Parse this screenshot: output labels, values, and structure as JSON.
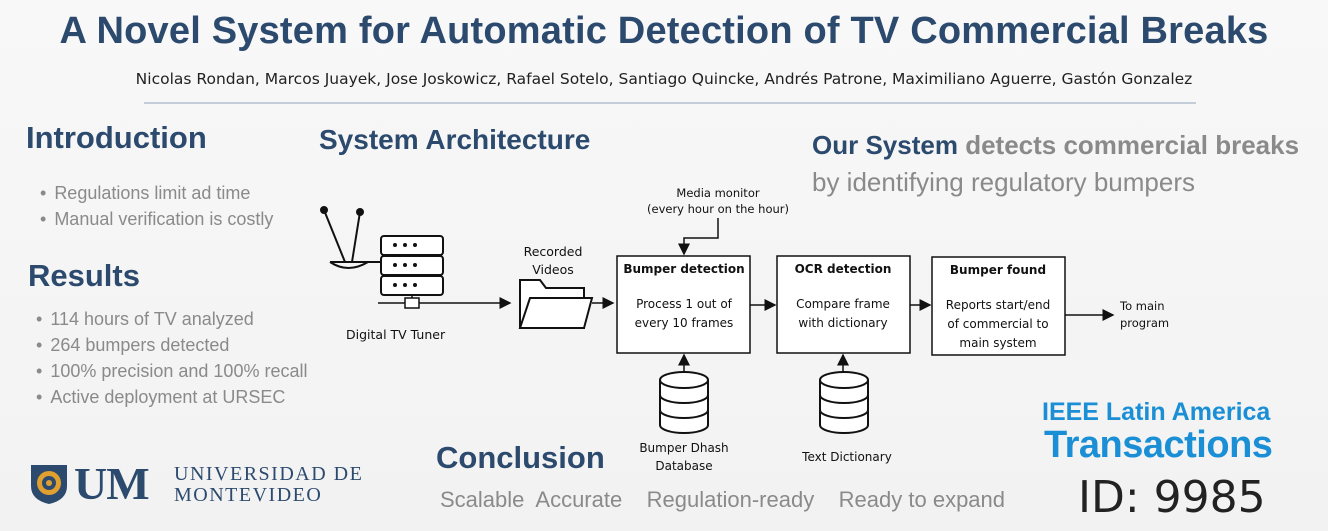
{
  "header": {
    "title": "A Novel System for Automatic Detection of TV Commercial Breaks",
    "authors": "Nicolas Rondan, Marcos Juayek, Jose Joskowicz, Rafael Sotelo, Santiago Quincke, Andrés Patrone, Maximiliano Aguerre, Gastón Gonzalez"
  },
  "introduction": {
    "heading": "Introduction",
    "items": [
      "Regulations limit ad time",
      "Manual verification is costly"
    ]
  },
  "results": {
    "heading": "Results",
    "items": [
      "114 hours of TV analyzed",
      "264 bumpers detected",
      "100% precision and 100% recall",
      "Active deployment at URSEC"
    ]
  },
  "architecture": {
    "heading": "System Architecture",
    "tuner_label": "Digital TV Tuner",
    "recorded_label_1": "Recorded",
    "recorded_label_2": "Videos",
    "media_monitor_1": "Media monitor",
    "media_monitor_2": "(every hour on the hour)",
    "bumper_detection": {
      "title": "Bumper detection",
      "line1": "Process 1 out of",
      "line2": "every 10 frames"
    },
    "ocr_detection": {
      "title": "OCR detection",
      "line1": "Compare frame",
      "line2": "with dictionary"
    },
    "bumper_found": {
      "title": "Bumper found",
      "line1": "Reports start/end",
      "line2": "of commercial to",
      "line3": "main system"
    },
    "to_main_1": "To main",
    "to_main_2": "program",
    "db1_label_1": "Bumper Dhash",
    "db1_label_2": "Database",
    "db2_label": "Text Dictionary"
  },
  "our_system": {
    "part_a": "Our System",
    "part_b": "detects commercial breaks",
    "line2": "by identifying regulatory bumpers"
  },
  "conclusion": {
    "heading": "Conclusion",
    "items": "Scalable  Accurate    Regulation-ready    Ready to expand"
  },
  "journal": {
    "line1": "IEEE Latin America",
    "line2": "Transactions",
    "paper_id": "ID: 9985"
  },
  "university": {
    "initials": "UM",
    "name_line1": "UNIVERSIDAD DE",
    "name_line2": "MONTEVIDEO"
  }
}
